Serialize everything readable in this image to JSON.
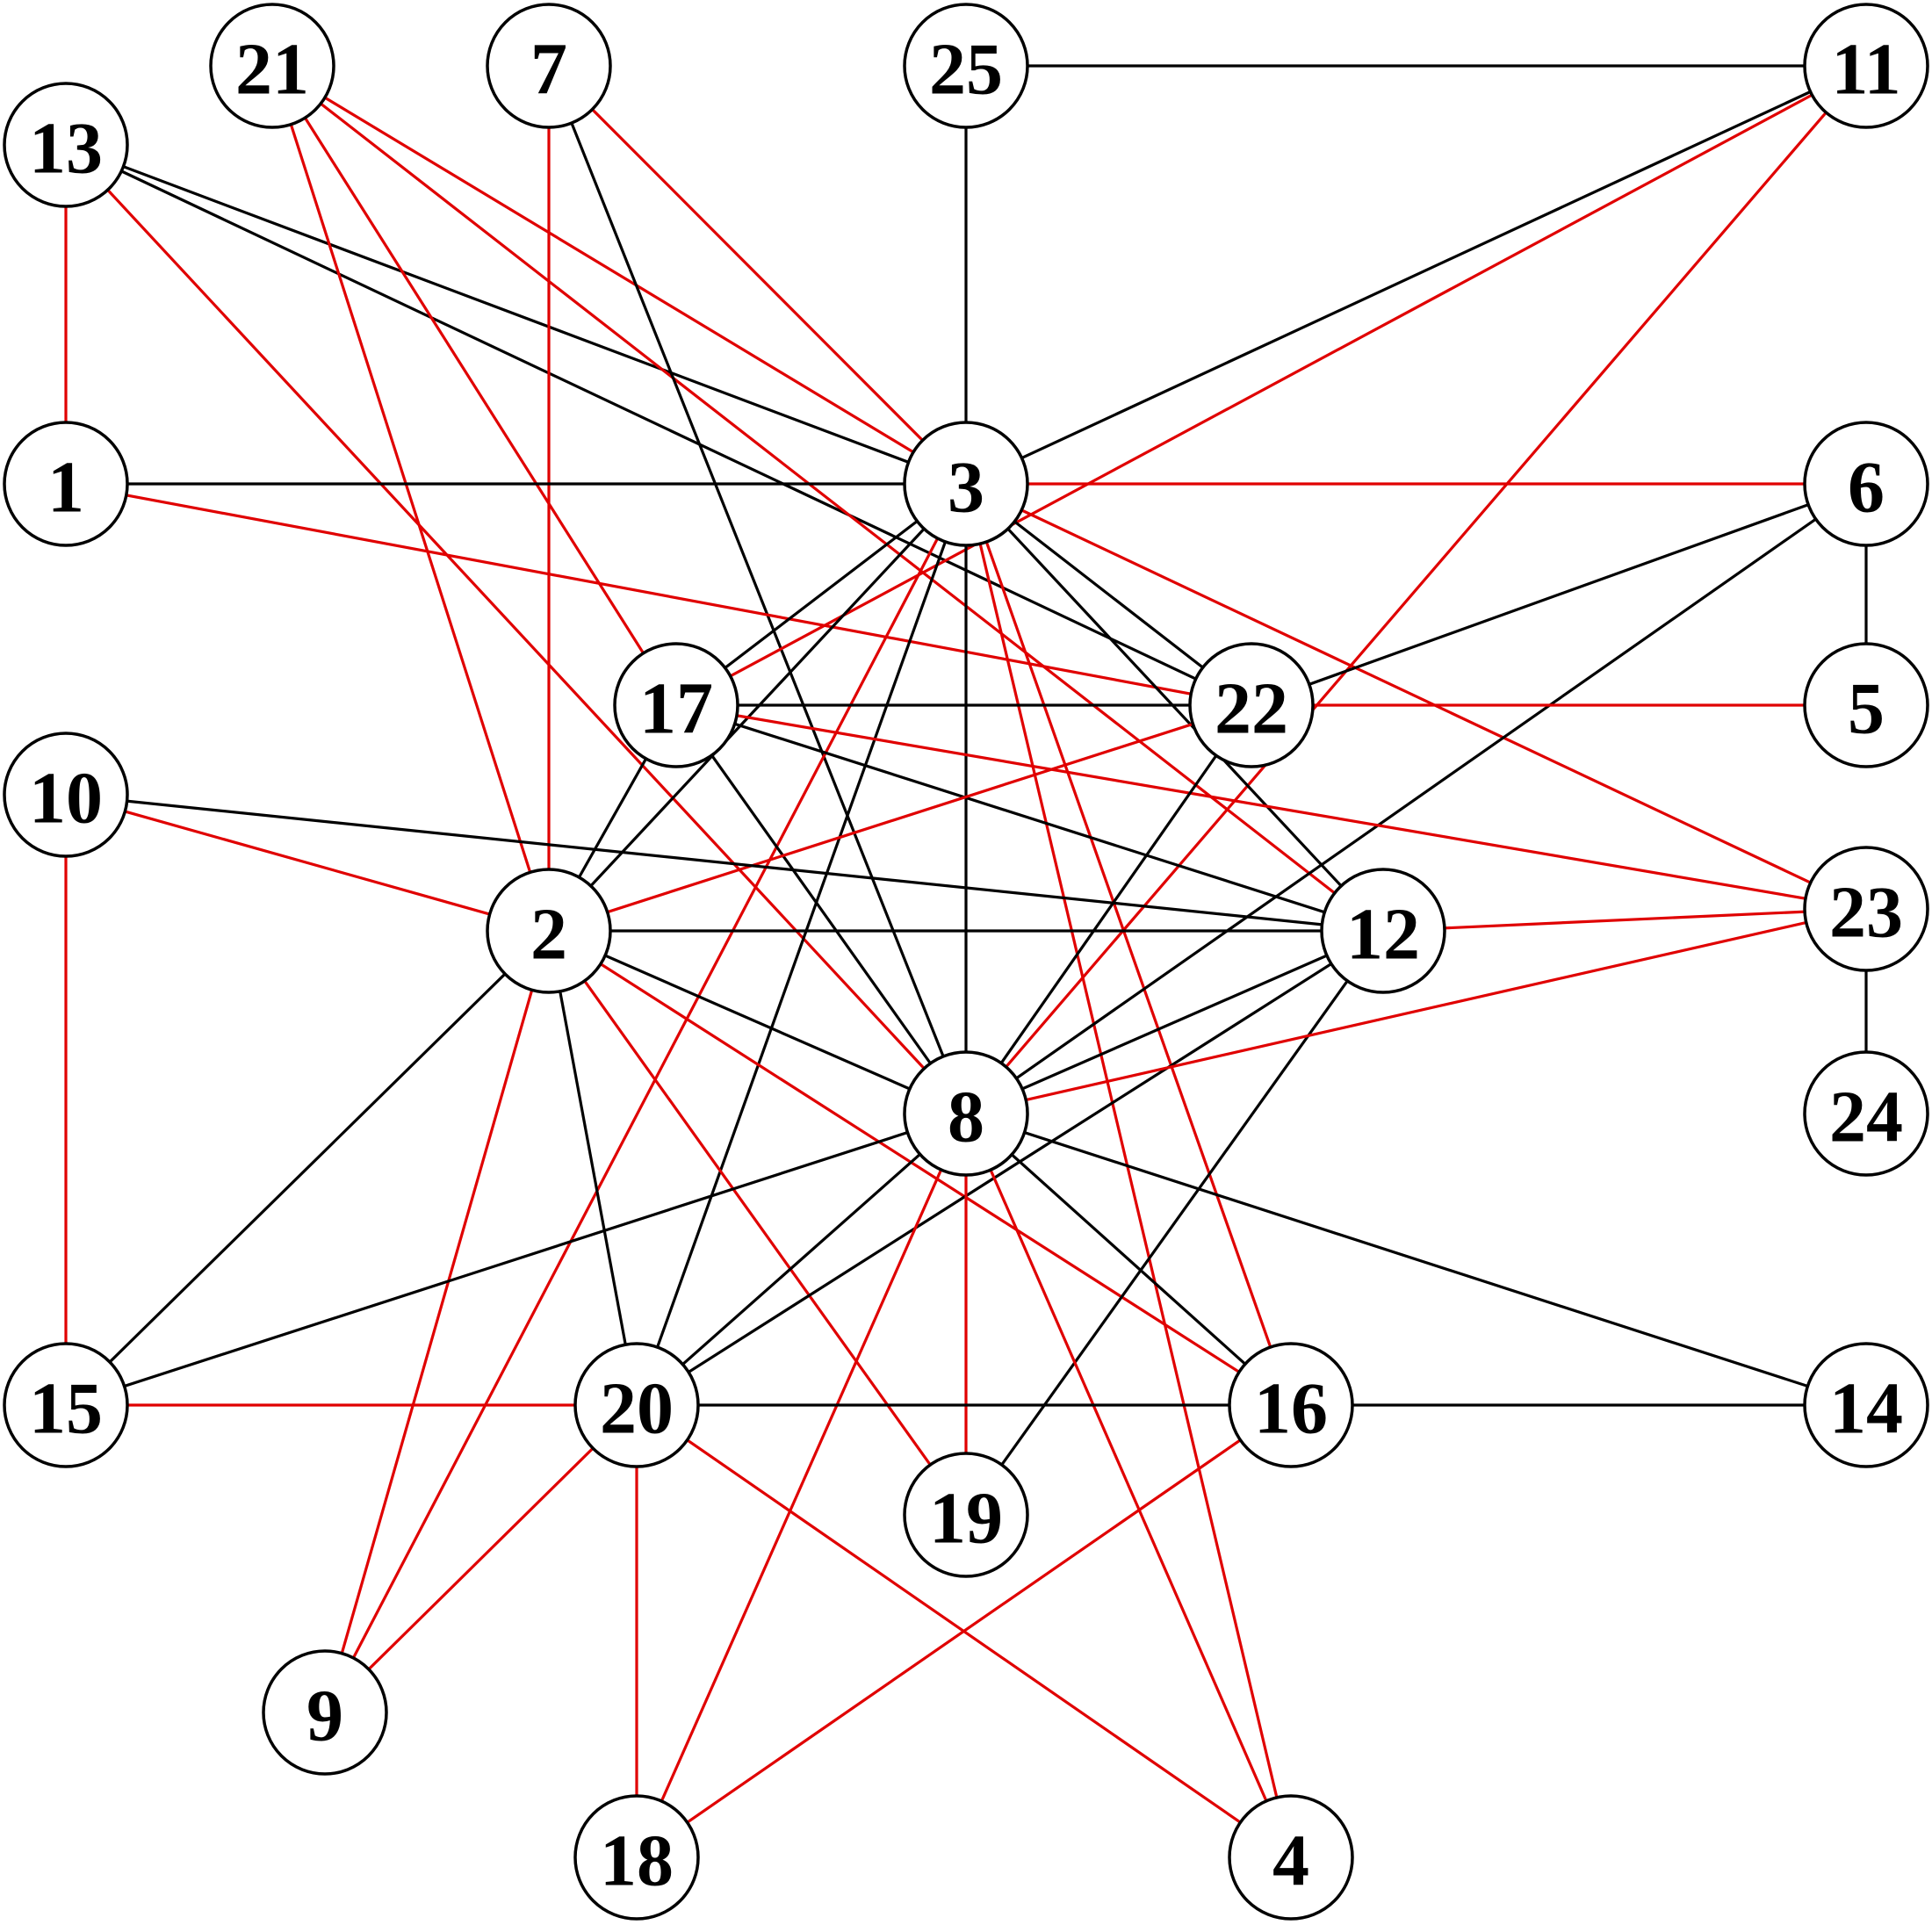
{
  "colors": {
    "black_edge": "#000000",
    "red_edge": "#e00000",
    "node_fill": "#ffffff",
    "node_stroke": "#000000"
  },
  "nodes": [
    {
      "id": "1",
      "label": "1"
    },
    {
      "id": "2",
      "label": "2"
    },
    {
      "id": "3",
      "label": "3"
    },
    {
      "id": "4",
      "label": "4"
    },
    {
      "id": "5",
      "label": "5"
    },
    {
      "id": "6",
      "label": "6"
    },
    {
      "id": "7",
      "label": "7"
    },
    {
      "id": "8",
      "label": "8"
    },
    {
      "id": "9",
      "label": "9"
    },
    {
      "id": "10",
      "label": "10"
    },
    {
      "id": "11",
      "label": "11"
    },
    {
      "id": "12",
      "label": "12"
    },
    {
      "id": "13",
      "label": "13"
    },
    {
      "id": "14",
      "label": "14"
    },
    {
      "id": "15",
      "label": "15"
    },
    {
      "id": "16",
      "label": "16"
    },
    {
      "id": "17",
      "label": "17"
    },
    {
      "id": "18",
      "label": "18"
    },
    {
      "id": "19",
      "label": "19"
    },
    {
      "id": "20",
      "label": "20"
    },
    {
      "id": "21",
      "label": "21"
    },
    {
      "id": "22",
      "label": "22"
    },
    {
      "id": "23",
      "label": "23"
    },
    {
      "id": "24",
      "label": "24"
    },
    {
      "id": "25",
      "label": "25"
    }
  ],
  "edges": [
    {
      "from": "25",
      "to": "11",
      "color": "black"
    },
    {
      "from": "25",
      "to": "3",
      "color": "black"
    },
    {
      "from": "13",
      "to": "3",
      "color": "black"
    },
    {
      "from": "13",
      "to": "22",
      "color": "black"
    },
    {
      "from": "13",
      "to": "8",
      "color": "red"
    },
    {
      "from": "13",
      "to": "1",
      "color": "red"
    },
    {
      "from": "21",
      "to": "3",
      "color": "red"
    },
    {
      "from": "21",
      "to": "12",
      "color": "red"
    },
    {
      "from": "21",
      "to": "17",
      "color": "red"
    },
    {
      "from": "21",
      "to": "2",
      "color": "red"
    },
    {
      "from": "7",
      "to": "3",
      "color": "red"
    },
    {
      "from": "7",
      "to": "2",
      "color": "red"
    },
    {
      "from": "7",
      "to": "8",
      "color": "black"
    },
    {
      "from": "11",
      "to": "3",
      "color": "black"
    },
    {
      "from": "11",
      "to": "17",
      "color": "red"
    },
    {
      "from": "11",
      "to": "8",
      "color": "red"
    },
    {
      "from": "1",
      "to": "3",
      "color": "black"
    },
    {
      "from": "1",
      "to": "22",
      "color": "red"
    },
    {
      "from": "3",
      "to": "6",
      "color": "red"
    },
    {
      "from": "3",
      "to": "17",
      "color": "black"
    },
    {
      "from": "3",
      "to": "2",
      "color": "black"
    },
    {
      "from": "3",
      "to": "8",
      "color": "black"
    },
    {
      "from": "3",
      "to": "22",
      "color": "black"
    },
    {
      "from": "3",
      "to": "12",
      "color": "black"
    },
    {
      "from": "3",
      "to": "23",
      "color": "red"
    },
    {
      "from": "3",
      "to": "20",
      "color": "black"
    },
    {
      "from": "3",
      "to": "9",
      "color": "red"
    },
    {
      "from": "3",
      "to": "16",
      "color": "red"
    },
    {
      "from": "3",
      "to": "4",
      "color": "red"
    },
    {
      "from": "6",
      "to": "5",
      "color": "black"
    },
    {
      "from": "6",
      "to": "22",
      "color": "black"
    },
    {
      "from": "6",
      "to": "8",
      "color": "black"
    },
    {
      "from": "17",
      "to": "22",
      "color": "black"
    },
    {
      "from": "17",
      "to": "2",
      "color": "black"
    },
    {
      "from": "17",
      "to": "8",
      "color": "black"
    },
    {
      "from": "17",
      "to": "12",
      "color": "black"
    },
    {
      "from": "17",
      "to": "23",
      "color": "red"
    },
    {
      "from": "22",
      "to": "5",
      "color": "red"
    },
    {
      "from": "22",
      "to": "2",
      "color": "red"
    },
    {
      "from": "22",
      "to": "8",
      "color": "black"
    },
    {
      "from": "10",
      "to": "2",
      "color": "red"
    },
    {
      "from": "10",
      "to": "12",
      "color": "black"
    },
    {
      "from": "10",
      "to": "15",
      "color": "red"
    },
    {
      "from": "2",
      "to": "12",
      "color": "black"
    },
    {
      "from": "2",
      "to": "8",
      "color": "black"
    },
    {
      "from": "2",
      "to": "15",
      "color": "black"
    },
    {
      "from": "2",
      "to": "20",
      "color": "black"
    },
    {
      "from": "2",
      "to": "9",
      "color": "red"
    },
    {
      "from": "2",
      "to": "19",
      "color": "red"
    },
    {
      "from": "2",
      "to": "16",
      "color": "red"
    },
    {
      "from": "12",
      "to": "23",
      "color": "red"
    },
    {
      "from": "12",
      "to": "8",
      "color": "black"
    },
    {
      "from": "12",
      "to": "20",
      "color": "black"
    },
    {
      "from": "12",
      "to": "19",
      "color": "black"
    },
    {
      "from": "23",
      "to": "24",
      "color": "black"
    },
    {
      "from": "23",
      "to": "8",
      "color": "red"
    },
    {
      "from": "8",
      "to": "15",
      "color": "black"
    },
    {
      "from": "8",
      "to": "20",
      "color": "black"
    },
    {
      "from": "8",
      "to": "16",
      "color": "black"
    },
    {
      "from": "8",
      "to": "14",
      "color": "black"
    },
    {
      "from": "8",
      "to": "19",
      "color": "red"
    },
    {
      "from": "8",
      "to": "18",
      "color": "red"
    },
    {
      "from": "8",
      "to": "4",
      "color": "red"
    },
    {
      "from": "15",
      "to": "20",
      "color": "red"
    },
    {
      "from": "20",
      "to": "16",
      "color": "black"
    },
    {
      "from": "20",
      "to": "9",
      "color": "red"
    },
    {
      "from": "20",
      "to": "18",
      "color": "red"
    },
    {
      "from": "20",
      "to": "4",
      "color": "red"
    },
    {
      "from": "16",
      "to": "14",
      "color": "black"
    },
    {
      "from": "16",
      "to": "18",
      "color": "red"
    }
  ]
}
